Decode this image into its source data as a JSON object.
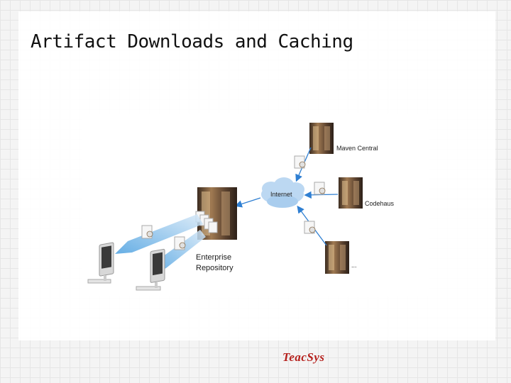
{
  "slide": {
    "title": "Artifact Downloads and Caching",
    "logo_text": "TeacSys"
  },
  "diagram": {
    "cloud_label": "Internet",
    "servers": [
      {
        "label": "Maven Central"
      },
      {
        "label": "Codehaus"
      },
      {
        "label": "..."
      }
    ],
    "enterprise_repo": {
      "label_line1": "Enterprise",
      "label_line2": "Repository"
    },
    "colors": {
      "arrow_blue": "#2f7fd2",
      "cloud_blue": "#bcd8f2",
      "server_bronze": "#8c6a44",
      "logo_red": "#b5201c"
    }
  }
}
